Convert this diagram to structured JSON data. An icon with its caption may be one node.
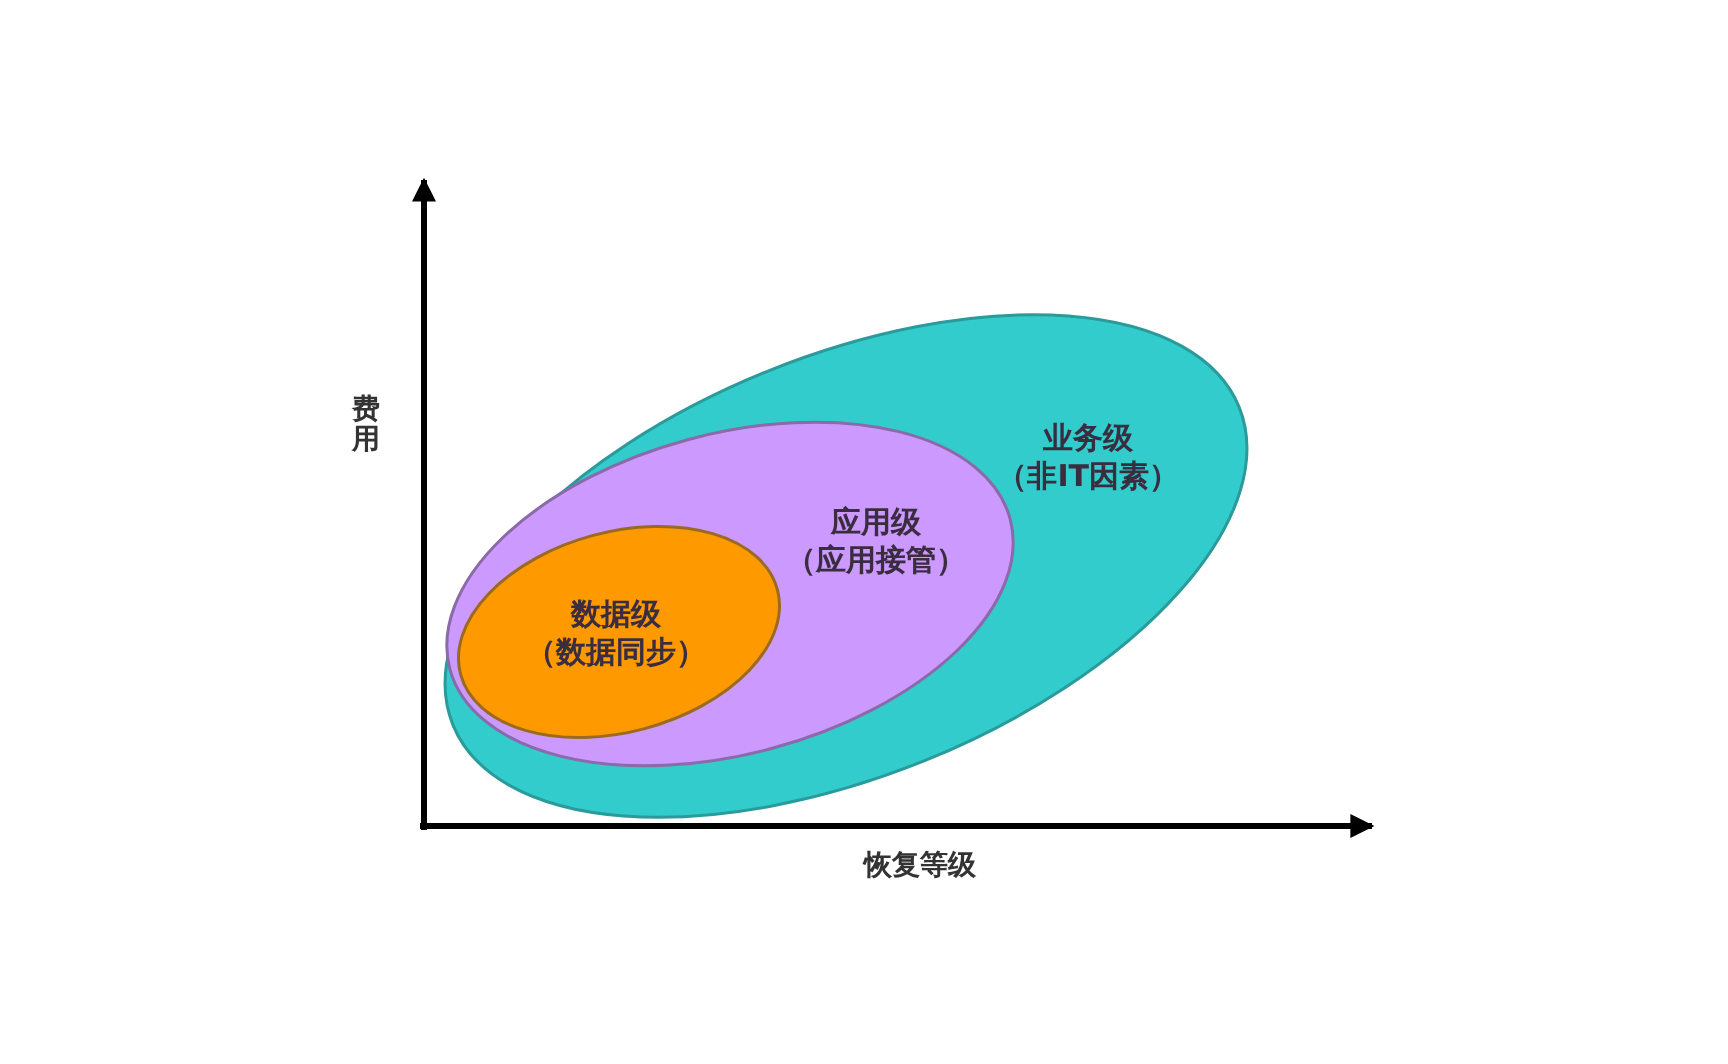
{
  "diagram": {
    "nodes": [
      {
        "text": [
          "业务级（非IT因素）"
        ]
      },
      {
        "text": [
          "应用级（应用接管）"
        ],
        "in": 0
      },
      {
        "text": [
          "数据级（数据同步）"
        ],
        "in": 1
      }
    ],
    "labels": [
      "费用",
      "恢复等级"
    ]
  }
}
